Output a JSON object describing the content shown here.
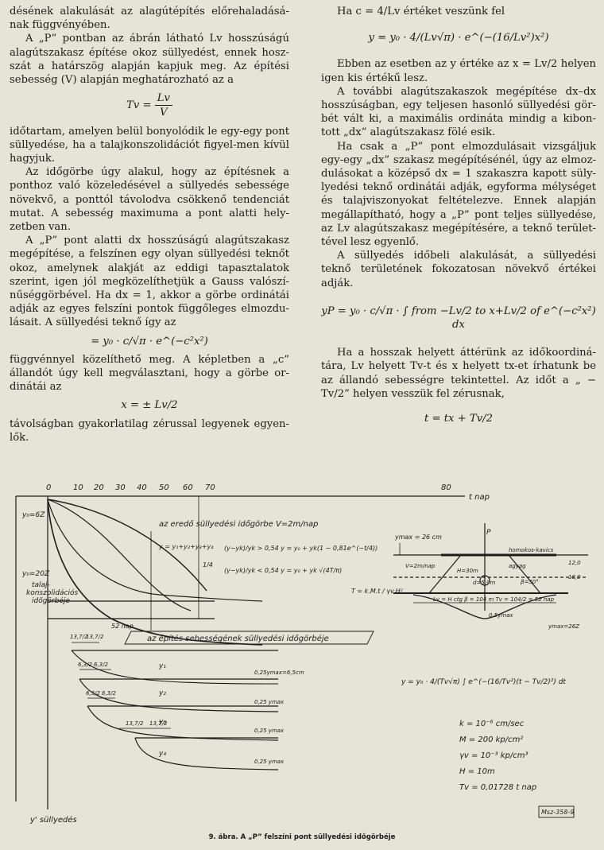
{
  "left": {
    "p1": "désének alakulását az alagútépítés előrehaladásá-nak függvényében.",
    "p2": "A „P” pontban az ábrán látható Lv hosszúságú alagútszakasz építése okoz süllyedést, ennek hosz-szát a határszög alapján kapjuk meg. Az építési sebesség (V) alapján meghatározható az a",
    "eq1_lhs": "Tv =",
    "eq1_num": "Lv",
    "eq1_den": "V",
    "p3": "időtartam, amelyen belül bonyolódik le egy-egy pont süllyedése, ha a talajkonszolidációt figyel-men kívül hagyjuk.",
    "p4": "Az időgörbe úgy alakul, hogy az építésnek a ponthoz való közeledésével a süllyedés sebessége növekvő, a ponttól távolodva csökkenő tendenciát mutat. A sebesség maximuma a pont alatti hely-zetben van.",
    "p5": "A „P” pont alatti dx hosszúságú alagútszakasz megépítése, a felszínen egy olyan süllyedési teknőt okoz, amelynek alakját az eddigi tapasztalatok szerint, igen jól megközelíthetjük a Gauss valószí-nűséggörbével. Ha dx = 1, akkor a görbe ordinátái adják az egyes felszíni pontok függőleges elmozdu-lásait. A süllyedési teknő így az",
    "eq2": "= y₀ · c/√π · e^(−c²x²)",
    "p6": "függvénnyel közelíthető meg. A képletben a „c” állandót úgy kell megválasztani, hogy a görbe or-dinátái az",
    "eq3": "x = ± Lv/2",
    "p7": "távolságban gyakorlatilag zérussal legyenek egyen-lők."
  },
  "right": {
    "p1": "Ha c = 4/Lv értéket veszünk fel",
    "eq1": "y = y₀ · 4/(Lv√π) · e^(−(16/Lv²)x²)",
    "p2": "Ebben az esetben az y értéke az x = Lv/2 helyen igen kis értékű lesz.",
    "p3": "A további alagútszakaszok megépítése dx–dx hosszúságban, egy teljesen hasonló süllyedési gör-bét vált ki, a maximális ordináta mindig a kibon-tott „dx” alagútszakasz fölé esik.",
    "p4": "Ha csak a „P” pont elmozdulásait vizsgáljuk egy-egy „dx” szakasz megépítésénél, úgy az elmoz-dulásokat a középső dx = 1 szakaszra kapott süly-lyedési teknő ordinátái adják, egyforma mélységet és talajviszonyokat feltételezve. Ennek alapján megállapítható, hogy a „P” pont teljes süllyedése, az Lv alagútszakasz megépítésére, a teknő terület-tével lesz egyenlő.",
    "p5": "A süllyedés időbeli alakulását, a süllyedési teknő területének fokozatosan növekvő értékei adják.",
    "eq2": "yP = y₀ · c/√π · ∫ from −Lv/2 to x+Lv/2 of e^(−c²x²) dx",
    "p6": "Ha a hosszak helyett áttérünk az időkoordiná-tára, Lv helyett Tv-t és x helyett tx-et írhatunk be az állandó sebességre tekintettel. Az időt a „ − Tv/2” helyen vesszük fel zérusnak,",
    "eq3": "t = tx + Tv/2"
  },
  "figure": {
    "axis_t_label": "t nap",
    "axis_y_label": "y' süllyedés",
    "ticks": [
      "0",
      "10",
      "20",
      "30",
      "40",
      "50",
      "60",
      "70",
      "80"
    ],
    "label_y0_top": "y₀=6Z",
    "label_y0_mid": "y₀=20Z",
    "label_talaj": "talaj-",
    "label_konsz": "konszolidációs",
    "label_idogorbe": "időgörbéje",
    "label_ered": "az eredő süllyedési időgörbe  V=2m/nap",
    "label_sum": "y = y₁+y₂+y₃+y₄",
    "label_cond1": "(y−yk)/yk > 0,54   y = y₀ + yk(1 − 0,81e^(−t/4))",
    "label_cond2": "(y−yk)/yk < 0,54   y = y₀ + yk √(4T/π)",
    "label_T": "T = k.M.t / γv.H²",
    "label_52nap": "52 nap",
    "label_speed": "az építés sebességének süllyedési időgörbéje",
    "label_y1": "y₁",
    "label_y2": "y₂",
    "label_y3": "y₃",
    "label_y4": "y₄",
    "label_quarter": "1/4",
    "label_025": "0,25 ymax",
    "label_025a": "0,25ymax=6,5cm",
    "label_ymax": "ymax = 26 cm",
    "label_P": "P",
    "label_homok": "homokos-kavics",
    "label_agyag": "agyag",
    "label_H": "H=30m",
    "label_d": "d=5,9m",
    "label_v": "V=2m/nap",
    "label_beta": "β=30°",
    "label_12": "12,0",
    "label_180": "18,0",
    "label_Lv": "Lv = H ctg β = 104 m   Tv = 104/2 = 52 nap",
    "label_05ymax": "0,5ymax",
    "label_ymax26": "ymax=26Z",
    "label_formula": "y = y₀ · 4/(Tv√π) ∫ e^(−(16/Tv²)(t − Tv/2)²) dt",
    "params": [
      "k = 10⁻⁶ cm/sec",
      "M = 200 kp/cm²",
      "γv = 10⁻³ kp/cm³",
      "H = 10m",
      "Tv = 0,01728 t nap"
    ],
    "dims": [
      "13,7/2",
      "13,7/2",
      "6,3/2",
      "6,3/2",
      "6,3/2",
      "6,3/2",
      "13,7/2",
      "13,7/2"
    ],
    "stamp": "Msz-358-9",
    "caption": "9. ábra. A „P” felszíni pont süllyedési időgörbéje"
  },
  "colors": {
    "background": "#e6e4d6",
    "ink": "#1c1c18"
  }
}
